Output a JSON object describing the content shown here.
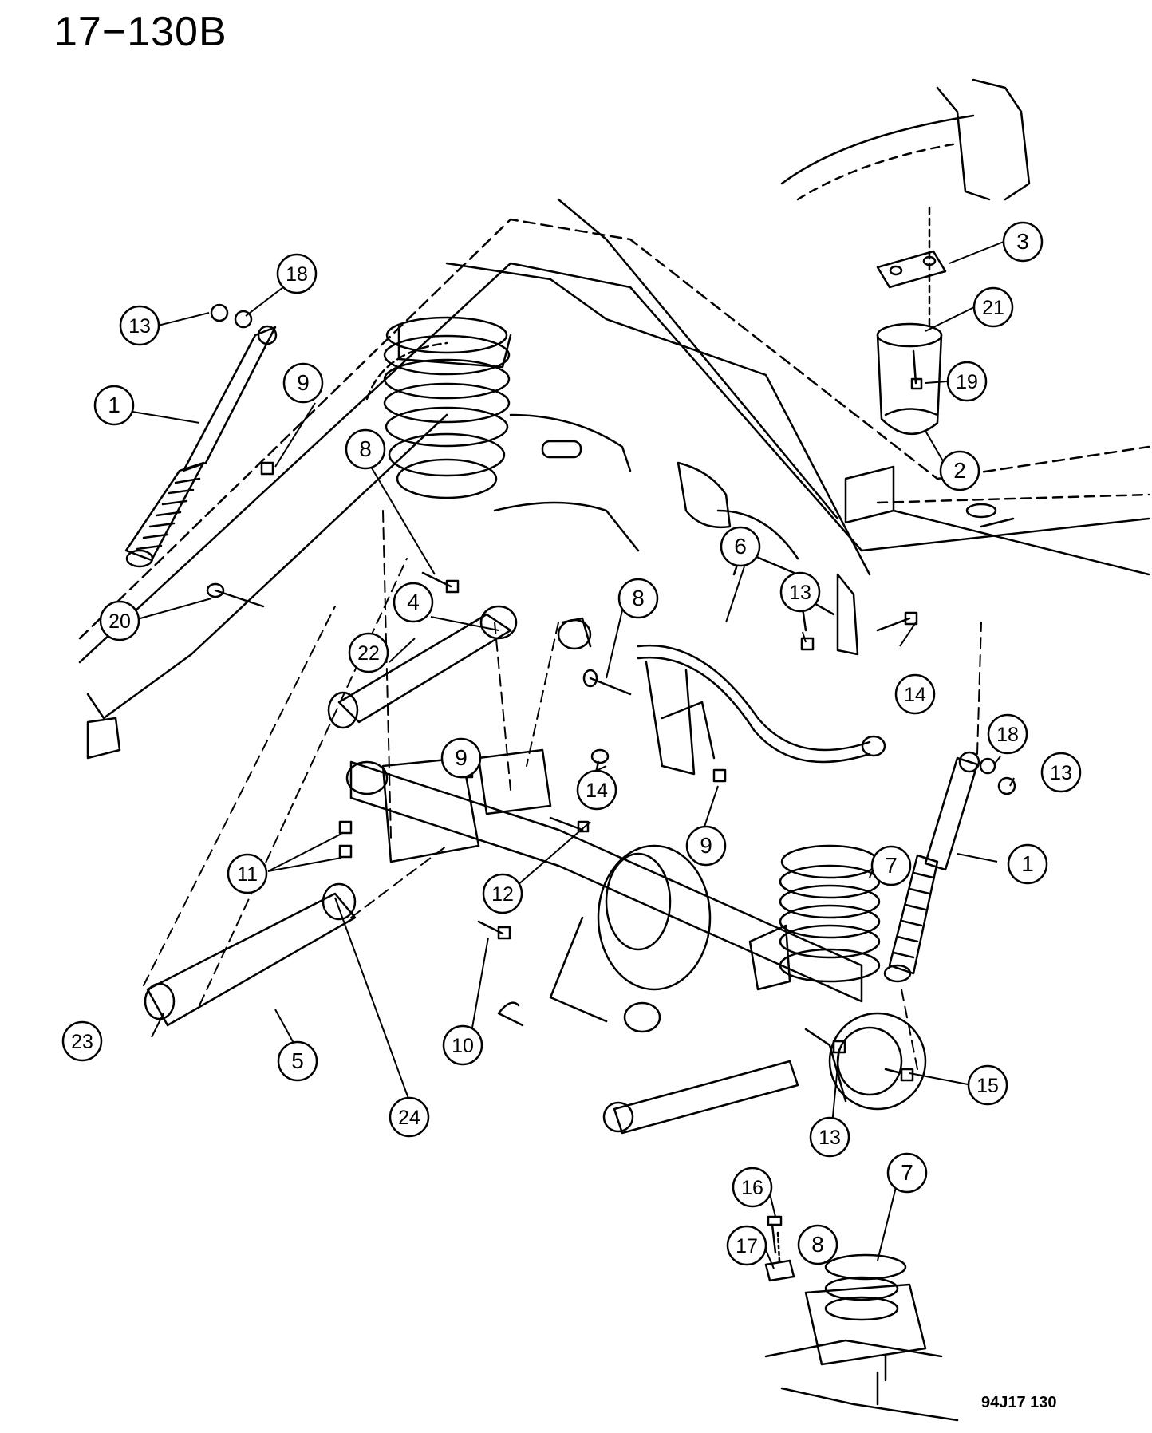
{
  "header": {
    "diagram_code": "17−130B"
  },
  "footer": {
    "drawing_code": "94J17  130"
  },
  "callouts": [
    {
      "number": "1"
    },
    {
      "number": "1"
    },
    {
      "number": "2"
    },
    {
      "number": "3"
    },
    {
      "number": "4"
    },
    {
      "number": "5"
    },
    {
      "number": "6"
    },
    {
      "number": "7"
    },
    {
      "number": "7"
    },
    {
      "number": "8"
    },
    {
      "number": "8"
    },
    {
      "number": "8"
    },
    {
      "number": "9"
    },
    {
      "number": "9"
    },
    {
      "number": "9"
    },
    {
      "number": "10"
    },
    {
      "number": "11"
    },
    {
      "number": "12"
    },
    {
      "number": "13"
    },
    {
      "number": "13"
    },
    {
      "number": "13"
    },
    {
      "number": "13"
    },
    {
      "number": "14"
    },
    {
      "number": "14"
    },
    {
      "number": "15"
    },
    {
      "number": "16"
    },
    {
      "number": "17"
    },
    {
      "number": "18"
    },
    {
      "number": "18"
    },
    {
      "number": "19"
    },
    {
      "number": "20"
    },
    {
      "number": "21"
    },
    {
      "number": "22"
    },
    {
      "number": "23"
    },
    {
      "number": "24"
    }
  ]
}
